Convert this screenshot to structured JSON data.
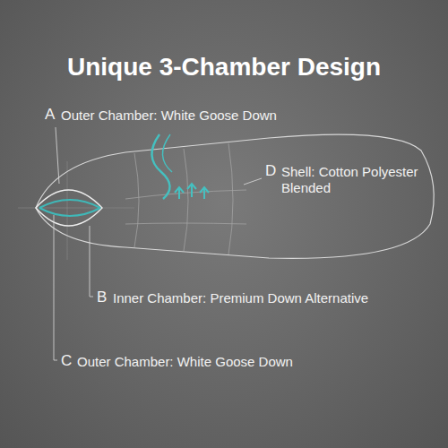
{
  "diagram": {
    "title": "Unique 3-Chamber Design",
    "labels": [
      "A",
      "Outer Chamber: White Goose Down",
      "D",
      "Shell: Cotton Polyester Blended",
      "B",
      "Inner Chamber: Premium Down Alternative",
      "C",
      "Outer Chamber: White Goose Down"
    ]
  }
}
